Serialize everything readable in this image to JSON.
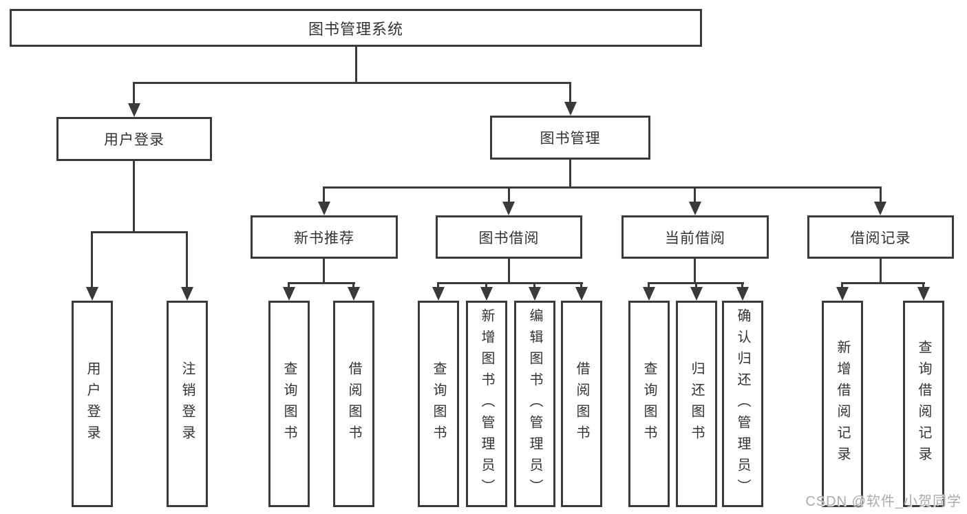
{
  "diagram": {
    "root": "图书管理系统",
    "login": {
      "label": "用户登录",
      "children": [
        "用户登录",
        "注销登录"
      ]
    },
    "management": {
      "label": "图书管理",
      "sections": [
        {
          "label": "新书推荐",
          "children": [
            "查询图书",
            "借阅图书"
          ]
        },
        {
          "label": "图书借阅",
          "children": [
            "查询图书",
            "新增图书（管理员）",
            "编辑图书（管理员）",
            "借阅图书"
          ]
        },
        {
          "label": "当前借阅",
          "children": [
            "查询图书",
            "归还图书",
            "确认归还（管理员）"
          ]
        },
        {
          "label": "借阅记录",
          "children": [
            "新增借阅记录",
            "查询借阅记录"
          ]
        }
      ]
    }
  },
  "watermark": "CSDN @软件_小贺同学",
  "colors": {
    "line": "#3a3a3a",
    "text": "#333333",
    "background": "#ffffff",
    "watermark": "#ababab"
  }
}
